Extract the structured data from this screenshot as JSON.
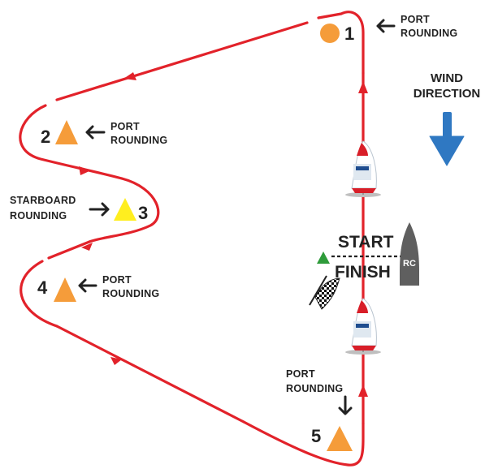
{
  "colors": {
    "course_line": "#e2222a",
    "mark_orange": "#f59c3a",
    "mark_yellow": "#ffee1f",
    "pin_green": "#2e9b3a",
    "wind_arrow": "#2f78c2",
    "committee_boat": "#5f5f5f",
    "text": "#222222"
  },
  "marks": [
    {
      "number": "1",
      "shape": "circle",
      "color": "orange",
      "label_lines": [
        "PORT",
        "ROUNDING"
      ]
    },
    {
      "number": "2",
      "shape": "triangle",
      "color": "orange",
      "label_lines": [
        "PORT",
        "ROUNDING"
      ]
    },
    {
      "number": "3",
      "shape": "triangle",
      "color": "yellow",
      "label_lines": [
        "STARBOARD",
        "ROUNDING"
      ]
    },
    {
      "number": "4",
      "shape": "triangle",
      "color": "orange",
      "label_lines": [
        "PORT",
        "ROUNDING"
      ]
    },
    {
      "number": "5",
      "shape": "triangle",
      "color": "orange",
      "label_lines": [
        "PORT",
        "ROUNDING"
      ]
    }
  ],
  "wind": {
    "label_lines": [
      "WIND",
      "DIRECTION"
    ],
    "direction": "down",
    "icon": "wind-arrow-icon"
  },
  "start_finish": {
    "start_label": "START",
    "finish_label": "FINISH",
    "committee_boat_label": "RC",
    "pin_icon": "green-flag-icon",
    "finish_icon": "checkered-flag-icon"
  },
  "boats": [
    {
      "icon": "sailboat-icon",
      "leg": "upper"
    },
    {
      "icon": "sailboat-icon",
      "leg": "lower"
    }
  ]
}
